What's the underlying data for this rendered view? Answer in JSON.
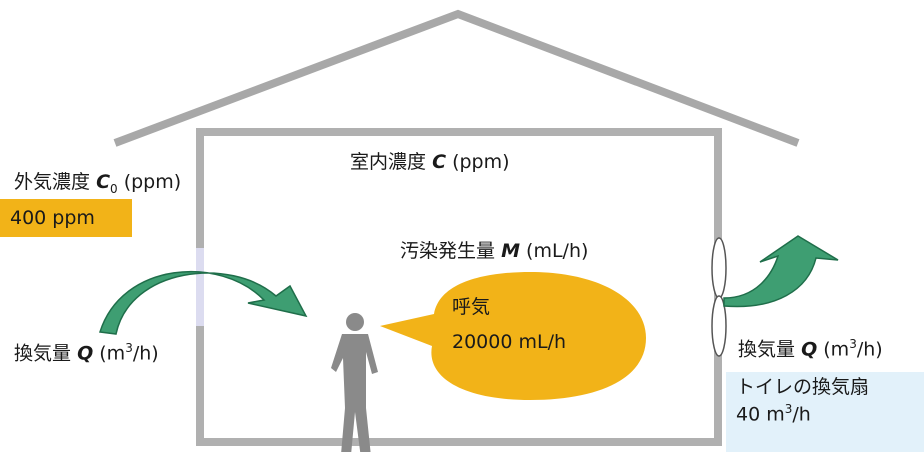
{
  "room_label": {
    "text": "室内濃度",
    "symbol": "C",
    "unit": "(ppm)"
  },
  "outdoor": {
    "text": "外気濃度",
    "symbol": "C",
    "sub": "0",
    "unit": "(ppm)",
    "value": "400 ppm"
  },
  "pollution": {
    "text": "汚染発生量",
    "symbol": "M",
    "unit": "(mL/h)"
  },
  "breath": {
    "label": "呼気",
    "value": "20000 mL/h"
  },
  "vent_in": {
    "text": "換気量",
    "symbol": "Q",
    "unit_pre": "(m",
    "sup": "3",
    "unit_post": "/h)"
  },
  "vent_out": {
    "text": "換気量",
    "symbol": "Q",
    "unit_pre": "(m",
    "sup": "3",
    "unit_post": "/h)"
  },
  "toilet_fan": {
    "label": "トイレの換気扇",
    "value_pre": "40 m",
    "sup": "3",
    "value_post": "/h"
  },
  "colors": {
    "roof": "#a8a8a8",
    "wall": "#b0b0b0",
    "arrow": "#3e9e72",
    "arrow_dark": "#1f6e4a",
    "bubble": "#f2b318",
    "info_box": "#e2f1fa",
    "person": "#8a8a8a"
  }
}
